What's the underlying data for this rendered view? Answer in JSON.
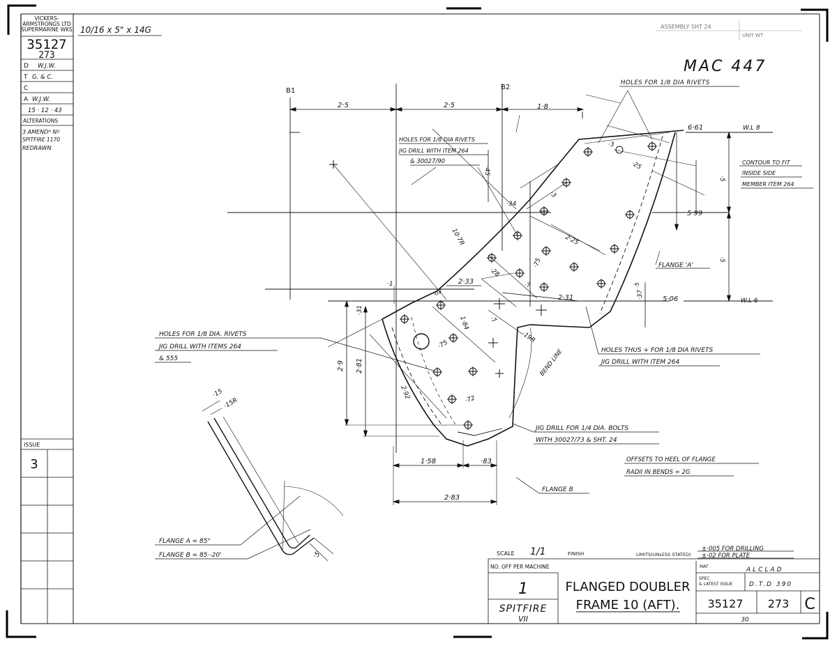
{
  "title_block_left": {
    "company": [
      "VICKERS-",
      "ARMSTRONGS LTD",
      "SUPERMARINE WKS"
    ],
    "drawing_no": "35127",
    "sheet": "273",
    "rows": [
      {
        "key": "D",
        "value": "W.J.W."
      },
      {
        "key": "T",
        "value": "G. & C."
      },
      {
        "key": "C",
        "value": ""
      },
      {
        "key": "A",
        "value": "W.J.W."
      }
    ],
    "date": "15 · 12 · 43",
    "alterations_label": "ALTERATIONS",
    "alterations": [
      "3 AMENDᴺ Nº",
      "SPITFIRE 1170",
      "REDRAWN"
    ],
    "issue_label": "ISSUE",
    "issue": "3"
  },
  "material": "10/16 x 5\" x 14G",
  "top_right_refs": {
    "line1": "ASSEMBLY SHT 24",
    "line2": "UNIT WT"
  },
  "handwritten": "MAC 447",
  "datums": {
    "b1": "B1",
    "b2": "B2",
    "wl8": "W.L 8",
    "wl6": "W.L 6"
  },
  "dims": {
    "d1": "2·5",
    "d2": "2·5",
    "d3": "1·8",
    "d4": "6·61",
    "d5": "5·99",
    "d6": "5·06",
    "d7": "10·7R",
    "d8": "2·25",
    "d9": "2·33",
    "d10": "2·31",
    "d11": "·34",
    "d12": "·25",
    "d13": "·3",
    "d14": "·75",
    "d15": "·7",
    "d16": "·28",
    "d17": "·75",
    "d18": "1·84",
    "d19": "·72",
    "d20": "2·92",
    "d21": "2·9",
    "d22": "2·81",
    "d23": "·31",
    "d24": "·04",
    "d25": "·19R",
    "d26": "1·58",
    "d27": "·83",
    "d28": "2·83",
    "d29": "·15",
    "d30": "·15R",
    "d31": "·5",
    "d32": "·45",
    "d33": "·37",
    "d34": "·1"
  },
  "notes": {
    "holes_top": "HOLES FOR 1/8 DIA RIVETS",
    "holes_mid": [
      "HOLES FOR 1/8 DIA RIVETS",
      "JIG DRILL WITH ITEM 264",
      "& 30027/90"
    ],
    "contour": [
      "CONTOUR TO FIT",
      "INSIDE SIDE",
      "MEMBER ITEM 264"
    ],
    "flange_a": "FLANGE 'A'",
    "holes_left": [
      "HOLES FOR 1/8 DIA. RIVETS",
      "JIG DRILL WITH ITEMS 264",
      "& 555"
    ],
    "holes_thus": [
      "HOLES THUS + FOR 1/8 DIA RIVETS",
      "JIG DRILL WITH ITEM 264"
    ],
    "jig_bolts": [
      "JIG DRILL FOR 1/4 DIA. BOLTS",
      "WITH 30027/73 & SHT. 24"
    ],
    "offsets": [
      "OFFSETS TO HEEL OF FLANGE",
      "RADII IN BENDS = 2G"
    ],
    "bend_line": "BEND LINE",
    "flange_b": "FLANGE B",
    "angles": [
      "FLANGE A = 85°",
      "FLANGE B = 85·-20'"
    ]
  },
  "title_block": {
    "scale_label": "SCALE",
    "scale": "1/1",
    "finish_label": "FINISH",
    "limits_label": "LIMITS(UNLESS STATED)",
    "limits": [
      "±·005 FOR DRILLING",
      "±·02 FOR PLATE"
    ],
    "mat_label": "MAT",
    "mat": "ALCLAD",
    "spec_label": [
      "SPEC",
      "& LATEST ISSUE"
    ],
    "spec": "D.T.D 390",
    "no_off_label": "NO. OFF PER MACHINE",
    "no_off": "1",
    "machine": "SPITFIRE",
    "mark": "VII",
    "title1": "FLANGED DOUBLER",
    "title2": "FRAME 10 (AFT).",
    "drawing_no": "35127",
    "sheet": "273",
    "issue": "C",
    "bottom": "30"
  }
}
